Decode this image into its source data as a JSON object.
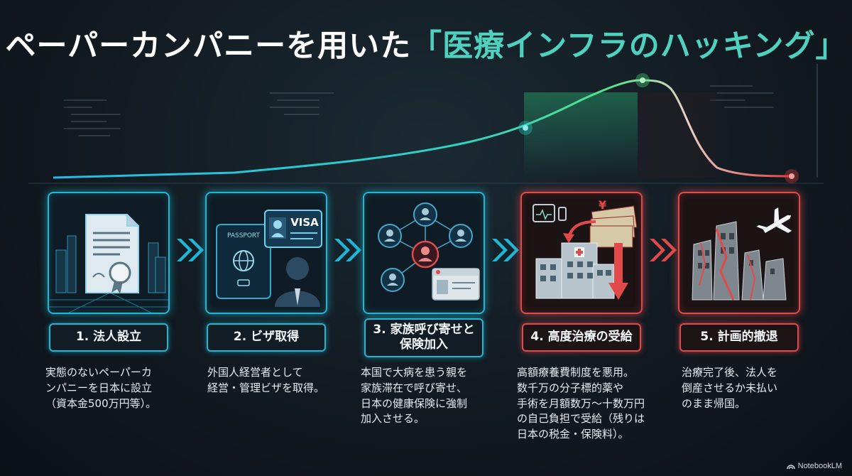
{
  "title": {
    "main": "ペーパーカンパニーを用いた",
    "highlight": "「医療インフラのハッキング」"
  },
  "colors": {
    "accent_cyan": "#1fb7d6",
    "accent_red": "#e24a4a",
    "title_highlight": "#4fd1bf"
  },
  "steps": [
    {
      "label": "1. 法人設立",
      "description": "実態のないペーパーカ\nンパニーを日本に設立\n（資本金500万円等）。",
      "icon": "document-certificate-icon"
    },
    {
      "label": "2. ビザ取得",
      "description": "外国人経営者として\n経営・管理ビザを取得。",
      "icon": "passport-visa-icon"
    },
    {
      "label": "3. 家族呼び寄せと\n保険加入",
      "description": "本国で大病を患う親を\n家族滞在で呼び寄せ、\n日本の健康保険に強制\n加入させる。",
      "icon": "family-network-icon"
    },
    {
      "label": "4. 高度治療の受給",
      "description": "高額療養費制度を悪用。\n数千万の分子標的薬や\n手術を月額数万〜十数万円\nの自己負担で受給（残りは\n日本の税金・保険料）。",
      "icon": "hospital-money-icon"
    },
    {
      "label": "5. 計画的撤退",
      "description": "治療完了後、法人を\n倒産させるか未払い\nのまま帰国。",
      "icon": "collapse-airplane-icon"
    }
  ],
  "card_texts": {
    "passport": "PASSPORT",
    "visa": "VISA",
    "yen": "¥"
  },
  "footer": {
    "brand": "NotebookLM"
  }
}
